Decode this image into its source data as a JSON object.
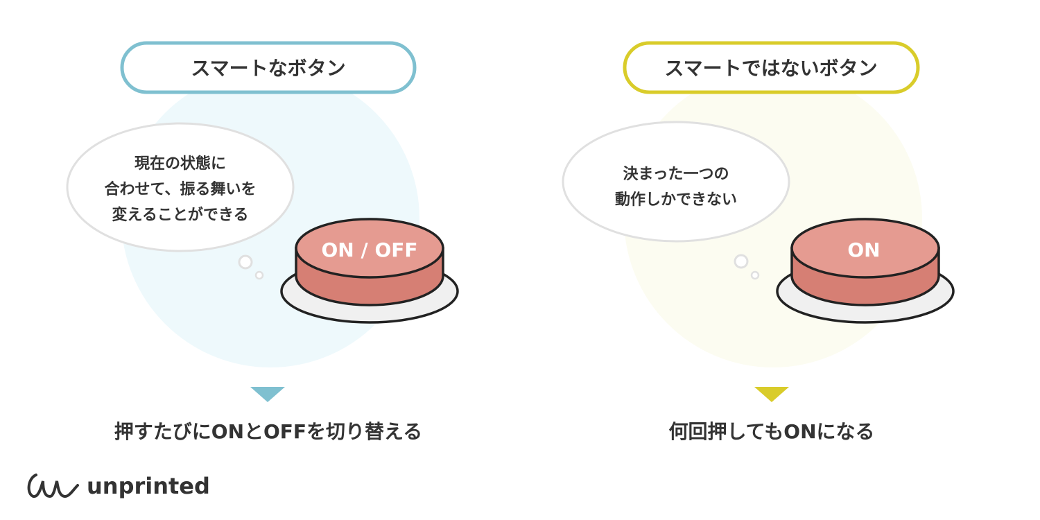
{
  "left": {
    "title": "スマートなボタン",
    "bubble_lines": [
      "現在の状態に",
      "合わせて、振る舞いを",
      "変えることができる"
    ],
    "button_label": "ON / OFF",
    "caption": "押すたびにONとOFFを切り替える",
    "accent": "#7fc0d0",
    "bg": "#eef9fc"
  },
  "right": {
    "title": "スマートではないボタン",
    "bubble_lines": [
      "決まった一つの",
      "動作しかできない"
    ],
    "button_label": "ON",
    "caption": "何回押してもONになる",
    "accent": "#d9cc2a",
    "bg": "#fcfcf1"
  },
  "logo": "unprinted"
}
